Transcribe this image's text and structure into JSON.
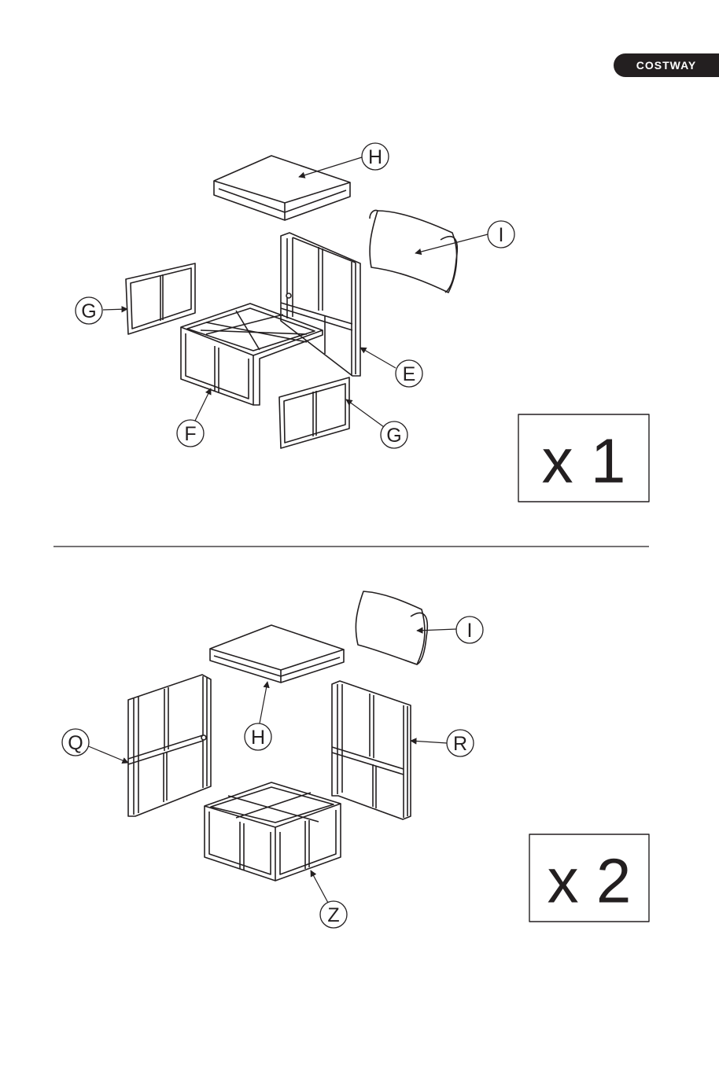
{
  "brand": {
    "name": "COSTWAY",
    "color": "#231f20"
  },
  "top_assembly": {
    "quantity_label": "x 1",
    "callouts": [
      {
        "key": "H",
        "label": "H"
      },
      {
        "key": "I",
        "label": "I"
      },
      {
        "key": "G1",
        "label": "G"
      },
      {
        "key": "E",
        "label": "E"
      },
      {
        "key": "F",
        "label": "F"
      },
      {
        "key": "G2",
        "label": "G"
      }
    ]
  },
  "bottom_assembly": {
    "quantity_label": "x 2",
    "callouts": [
      {
        "key": "I",
        "label": "I"
      },
      {
        "key": "H",
        "label": "H"
      },
      {
        "key": "Q",
        "label": "Q"
      },
      {
        "key": "R",
        "label": "R"
      },
      {
        "key": "Z",
        "label": "Z"
      }
    ]
  }
}
